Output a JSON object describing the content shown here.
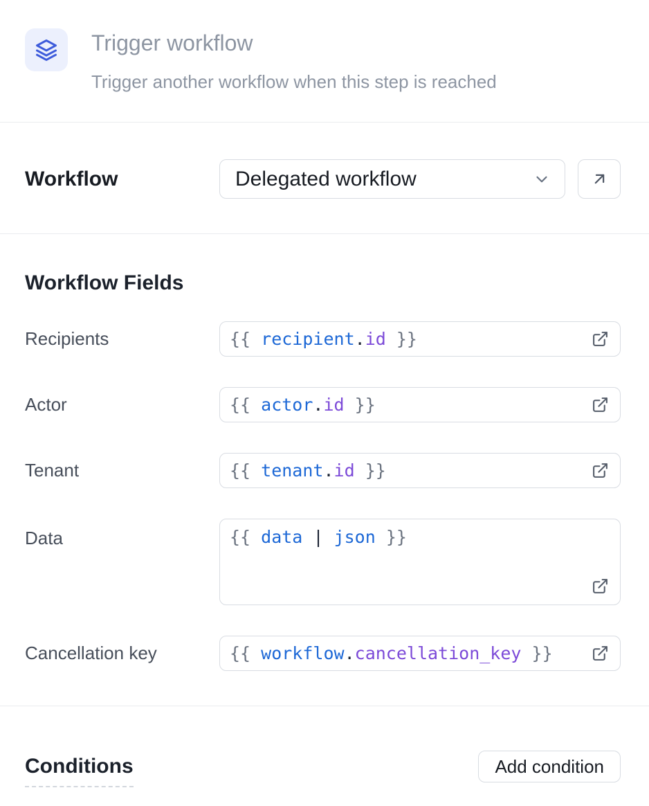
{
  "colors": {
    "accent_icon": "#3d5bdb",
    "accent_icon_bg": "#ecf0fd",
    "token_brace": "#6b7380",
    "token_variable": "#1d68d6",
    "token_dot": "#1b2333",
    "token_property": "#7c4ad8",
    "token_pipe": "#1b2333"
  },
  "header": {
    "icon": "layers-icon",
    "title": "Trigger workflow",
    "subtitle": "Trigger another workflow when this step is reached"
  },
  "workflow_selector": {
    "label": "Workflow",
    "selected_value": "Delegated workflow",
    "chevron_icon": "chevron-down-icon",
    "open_workflow_icon": "arrow-up-right-icon"
  },
  "workflow_fields": {
    "heading": "Workflow Fields",
    "external_link_icon": "external-link-icon",
    "fields": [
      {
        "label": "Recipients",
        "multiline": false,
        "tokens": [
          {
            "text": "{{ ",
            "type": "brace"
          },
          {
            "text": "recipient",
            "type": "variable"
          },
          {
            "text": ".",
            "type": "dot"
          },
          {
            "text": "id",
            "type": "property"
          },
          {
            "text": " }}",
            "type": "brace"
          }
        ]
      },
      {
        "label": "Actor",
        "multiline": false,
        "tokens": [
          {
            "text": "{{ ",
            "type": "brace"
          },
          {
            "text": "actor",
            "type": "variable"
          },
          {
            "text": ".",
            "type": "dot"
          },
          {
            "text": "id",
            "type": "property"
          },
          {
            "text": " }}",
            "type": "brace"
          }
        ]
      },
      {
        "label": "Tenant",
        "multiline": false,
        "tokens": [
          {
            "text": "{{ ",
            "type": "brace"
          },
          {
            "text": "tenant",
            "type": "variable"
          },
          {
            "text": ".",
            "type": "dot"
          },
          {
            "text": "id",
            "type": "property"
          },
          {
            "text": " }}",
            "type": "brace"
          }
        ]
      },
      {
        "label": "Data",
        "multiline": true,
        "tokens": [
          {
            "text": "{{ ",
            "type": "brace"
          },
          {
            "text": "data",
            "type": "variable"
          },
          {
            "text": " ",
            "type": "brace"
          },
          {
            "text": "|",
            "type": "pipe"
          },
          {
            "text": " ",
            "type": "brace"
          },
          {
            "text": "json",
            "type": "variable"
          },
          {
            "text": " }}",
            "type": "brace"
          }
        ]
      },
      {
        "label": "Cancellation key",
        "multiline": false,
        "tokens": [
          {
            "text": "{{ ",
            "type": "brace"
          },
          {
            "text": "workflow",
            "type": "variable"
          },
          {
            "text": ".",
            "type": "dot"
          },
          {
            "text": "cancellation_key",
            "type": "property"
          },
          {
            "text": " }}",
            "type": "brace"
          }
        ]
      }
    ]
  },
  "conditions": {
    "heading": "Conditions",
    "add_button_label": "Add condition"
  }
}
